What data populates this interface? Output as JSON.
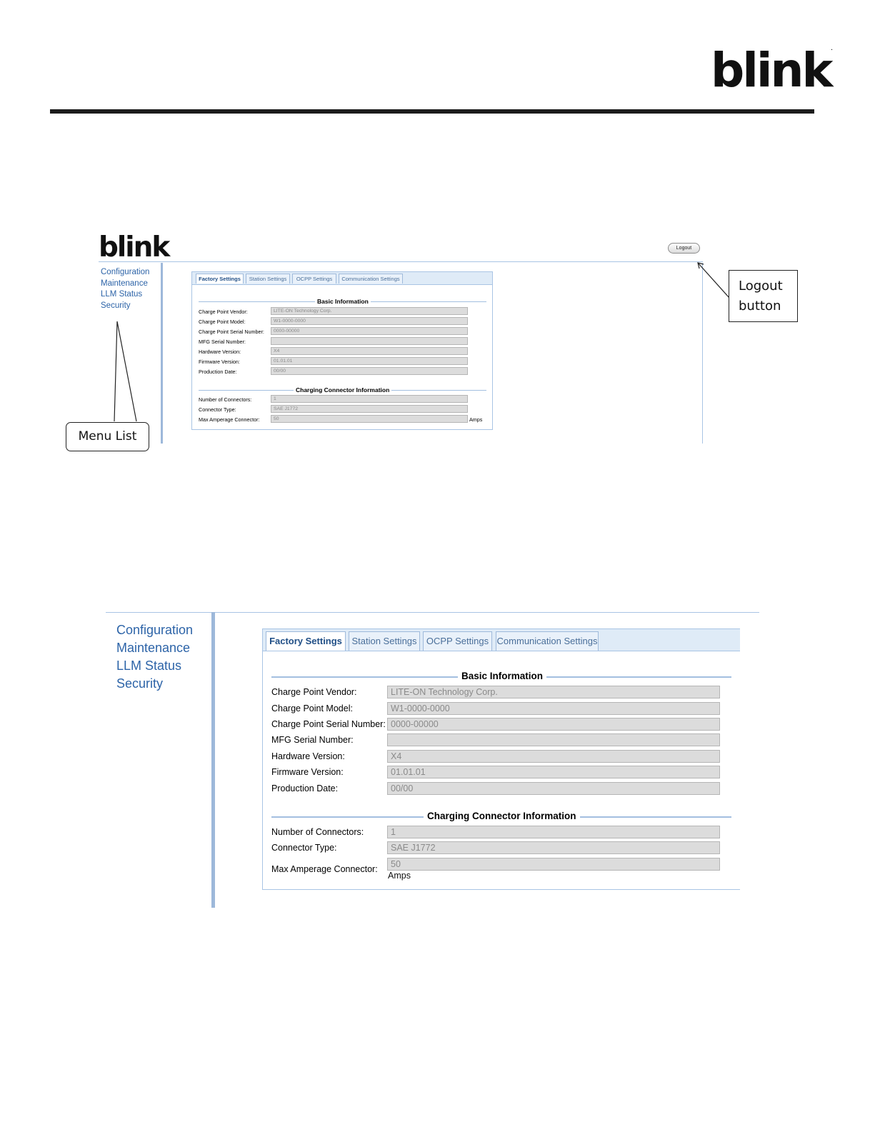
{
  "brand": {
    "logo_text": "blink",
    "trademark": "."
  },
  "screenshot_top": {
    "logout_label": "Logout",
    "menu": [
      "Configuration",
      "Maintenance",
      "LLM Status",
      "Security"
    ],
    "tabs": [
      "Factory Settings",
      "Station Settings",
      "OCPP Settings",
      "Communication Settings"
    ],
    "active_tab": "Factory Settings"
  },
  "screenshot_bottom": {
    "menu": [
      "Configuration",
      "Maintenance",
      "LLM Status",
      "Security"
    ],
    "tabs": [
      "Factory Settings",
      "Station Settings",
      "OCPP Settings",
      "Communication Settings"
    ],
    "active_tab": "Factory Settings"
  },
  "factory_settings": {
    "basic_title": "Basic Information",
    "basic_fields": [
      {
        "label": "Charge Point Vendor:",
        "value": "LITE-ON Technology Corp."
      },
      {
        "label": "Charge Point Model:",
        "value": "W1-0000-0000"
      },
      {
        "label": "Charge Point Serial Number:",
        "value": "0000-00000"
      },
      {
        "label": "MFG Serial Number:",
        "value": ""
      },
      {
        "label": "Hardware Version:",
        "value": "X4"
      },
      {
        "label": "Firmware Version:",
        "value": "01.01.01"
      },
      {
        "label": "Production Date:",
        "value": "00/00"
      }
    ],
    "connector_title": "Charging Connector Information",
    "connector_fields": [
      {
        "label": "Number of Connectors:",
        "value": "1"
      },
      {
        "label": "Connector Type:",
        "value": "SAE J1772"
      },
      {
        "label": "Max Amperage Connector:",
        "value": "50",
        "unit": "Amps"
      }
    ]
  },
  "callouts": {
    "logout": "Logout button",
    "menu": "Menu List"
  }
}
